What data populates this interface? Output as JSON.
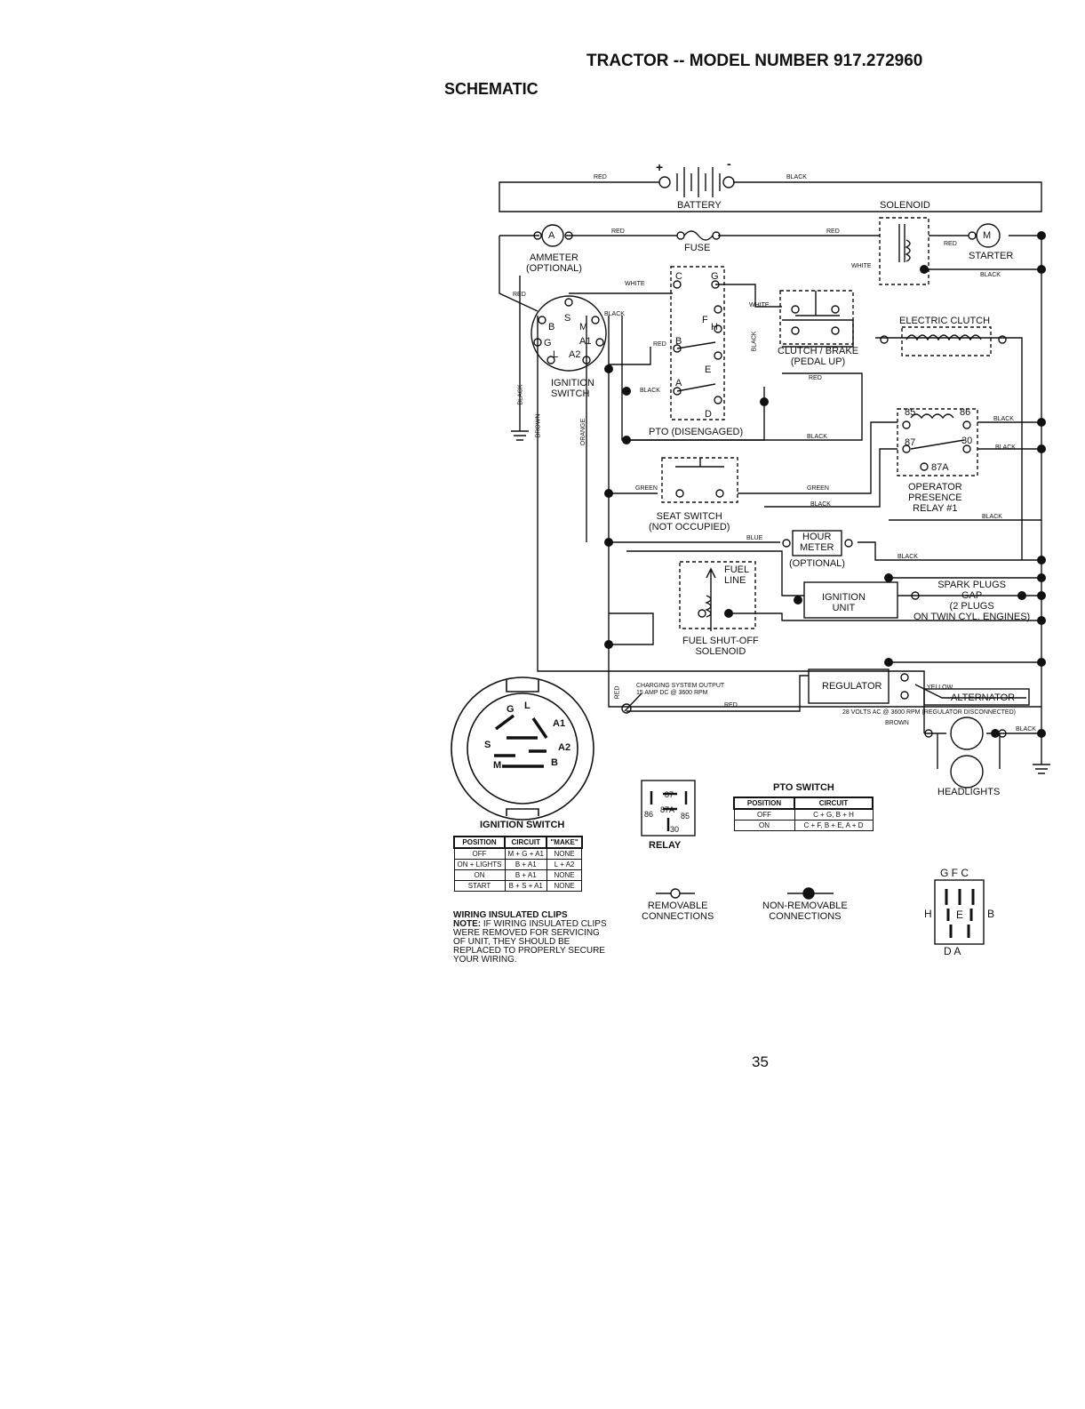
{
  "header": {
    "title": "TRACTOR -- MODEL NUMBER 917.272960",
    "subtitle": "SCHEMATIC"
  },
  "components": {
    "battery": "BATTERY",
    "battery_plus": "+",
    "battery_minus": "-",
    "solenoid": "SOLENOID",
    "fuse": "FUSE",
    "starter": "STARTER",
    "ammeter": "AMMETER\n(OPTIONAL)",
    "ammeter_symbol": "A",
    "starter_symbol": "M",
    "ignition_switch": "IGNITION\nSWITCH",
    "electric_clutch": "ELECTRIC CLUTCH",
    "clutch_brake": "CLUTCH / BRAKE\n(PEDAL UP)",
    "pto": "PTO (DISENGAGED)",
    "relay_label": "OPERATOR\nPRESENCE\nRELAY #1",
    "seat_switch": "SEAT SWITCH\n(NOT OCCUPIED)",
    "hour_meter": "HOUR\nMETER",
    "hour_meter_opt": "(OPTIONAL)",
    "fuel_line": "FUEL\nLINE",
    "fuel_solenoid": "FUEL SHUT-OFF\nSOLENOID",
    "ignition_unit": "IGNITION\nUNIT",
    "spark_plugs": "SPARK PLUGS\nGAP\n(2 PLUGS\nON TWIN CYL. ENGINES)",
    "regulator": "REGULATOR",
    "alternator": "ALTERNATOR",
    "alt_note": "28 VOLTS AC @ 3600 RPM (REGULATOR DISCONNECTED)",
    "charging_note": "CHARGING SYSTEM OUTPUT\n15 AMP DC @ 3600 RPM",
    "headlights": "HEADLIGHTS"
  },
  "ign_terminals": [
    "B",
    "S",
    "M",
    "G",
    "A1",
    "L",
    "A2"
  ],
  "pto_terminals": [
    "C",
    "G",
    "F",
    "H",
    "B",
    "E",
    "A",
    "D"
  ],
  "relay_terminals": [
    "85",
    "86",
    "87",
    "30",
    "87A"
  ],
  "wire_colors": {
    "red": "RED",
    "black": "BLACK",
    "white": "WHITE",
    "green": "GREEN",
    "blue": "BLUE",
    "yellow": "YELLOW",
    "brown": "BROWN",
    "orange": "ORANGE"
  },
  "ignition_table": {
    "caption": "IGNITION SWITCH",
    "headers": [
      "POSITION",
      "CIRCUIT",
      "\"MAKE\""
    ],
    "rows": [
      [
        "OFF",
        "M + G + A1",
        "NONE"
      ],
      [
        "ON + LIGHTS",
        "B + A1",
        "L + A2"
      ],
      [
        "ON",
        "B + A1",
        "NONE"
      ],
      [
        "START",
        "B + S + A1",
        "NONE"
      ]
    ]
  },
  "ign_face_labels": [
    "G",
    "L",
    "A1",
    "S",
    "A2",
    "M",
    "B"
  ],
  "pto_table": {
    "caption": "PTO SWITCH",
    "headers": [
      "POSITION",
      "CIRCUIT"
    ],
    "rows": [
      [
        "OFF",
        "C + G, B + H"
      ],
      [
        "ON",
        "C + F, B + E, A + D"
      ]
    ]
  },
  "relay_diagram": {
    "caption": "RELAY",
    "pins": [
      "87",
      "87A",
      "86",
      "85",
      "30"
    ]
  },
  "legend": {
    "removable": "REMOVABLE\nCONNECTIONS",
    "non_removable": "NON-REMOVABLE\nCONNECTIONS"
  },
  "connector": {
    "top": "G F C",
    "left": "H",
    "center": "E",
    "right": "B",
    "bottom": "D A"
  },
  "note": {
    "heading": "WIRING INSULATED CLIPS",
    "label": "NOTE:",
    "text": "IF WIRING INSULATED CLIPS WERE REMOVED FOR SERVICING OF UNIT, THEY SHOULD BE REPLACED TO PROPERLY SECURE YOUR WIRING."
  },
  "page_number": "35"
}
